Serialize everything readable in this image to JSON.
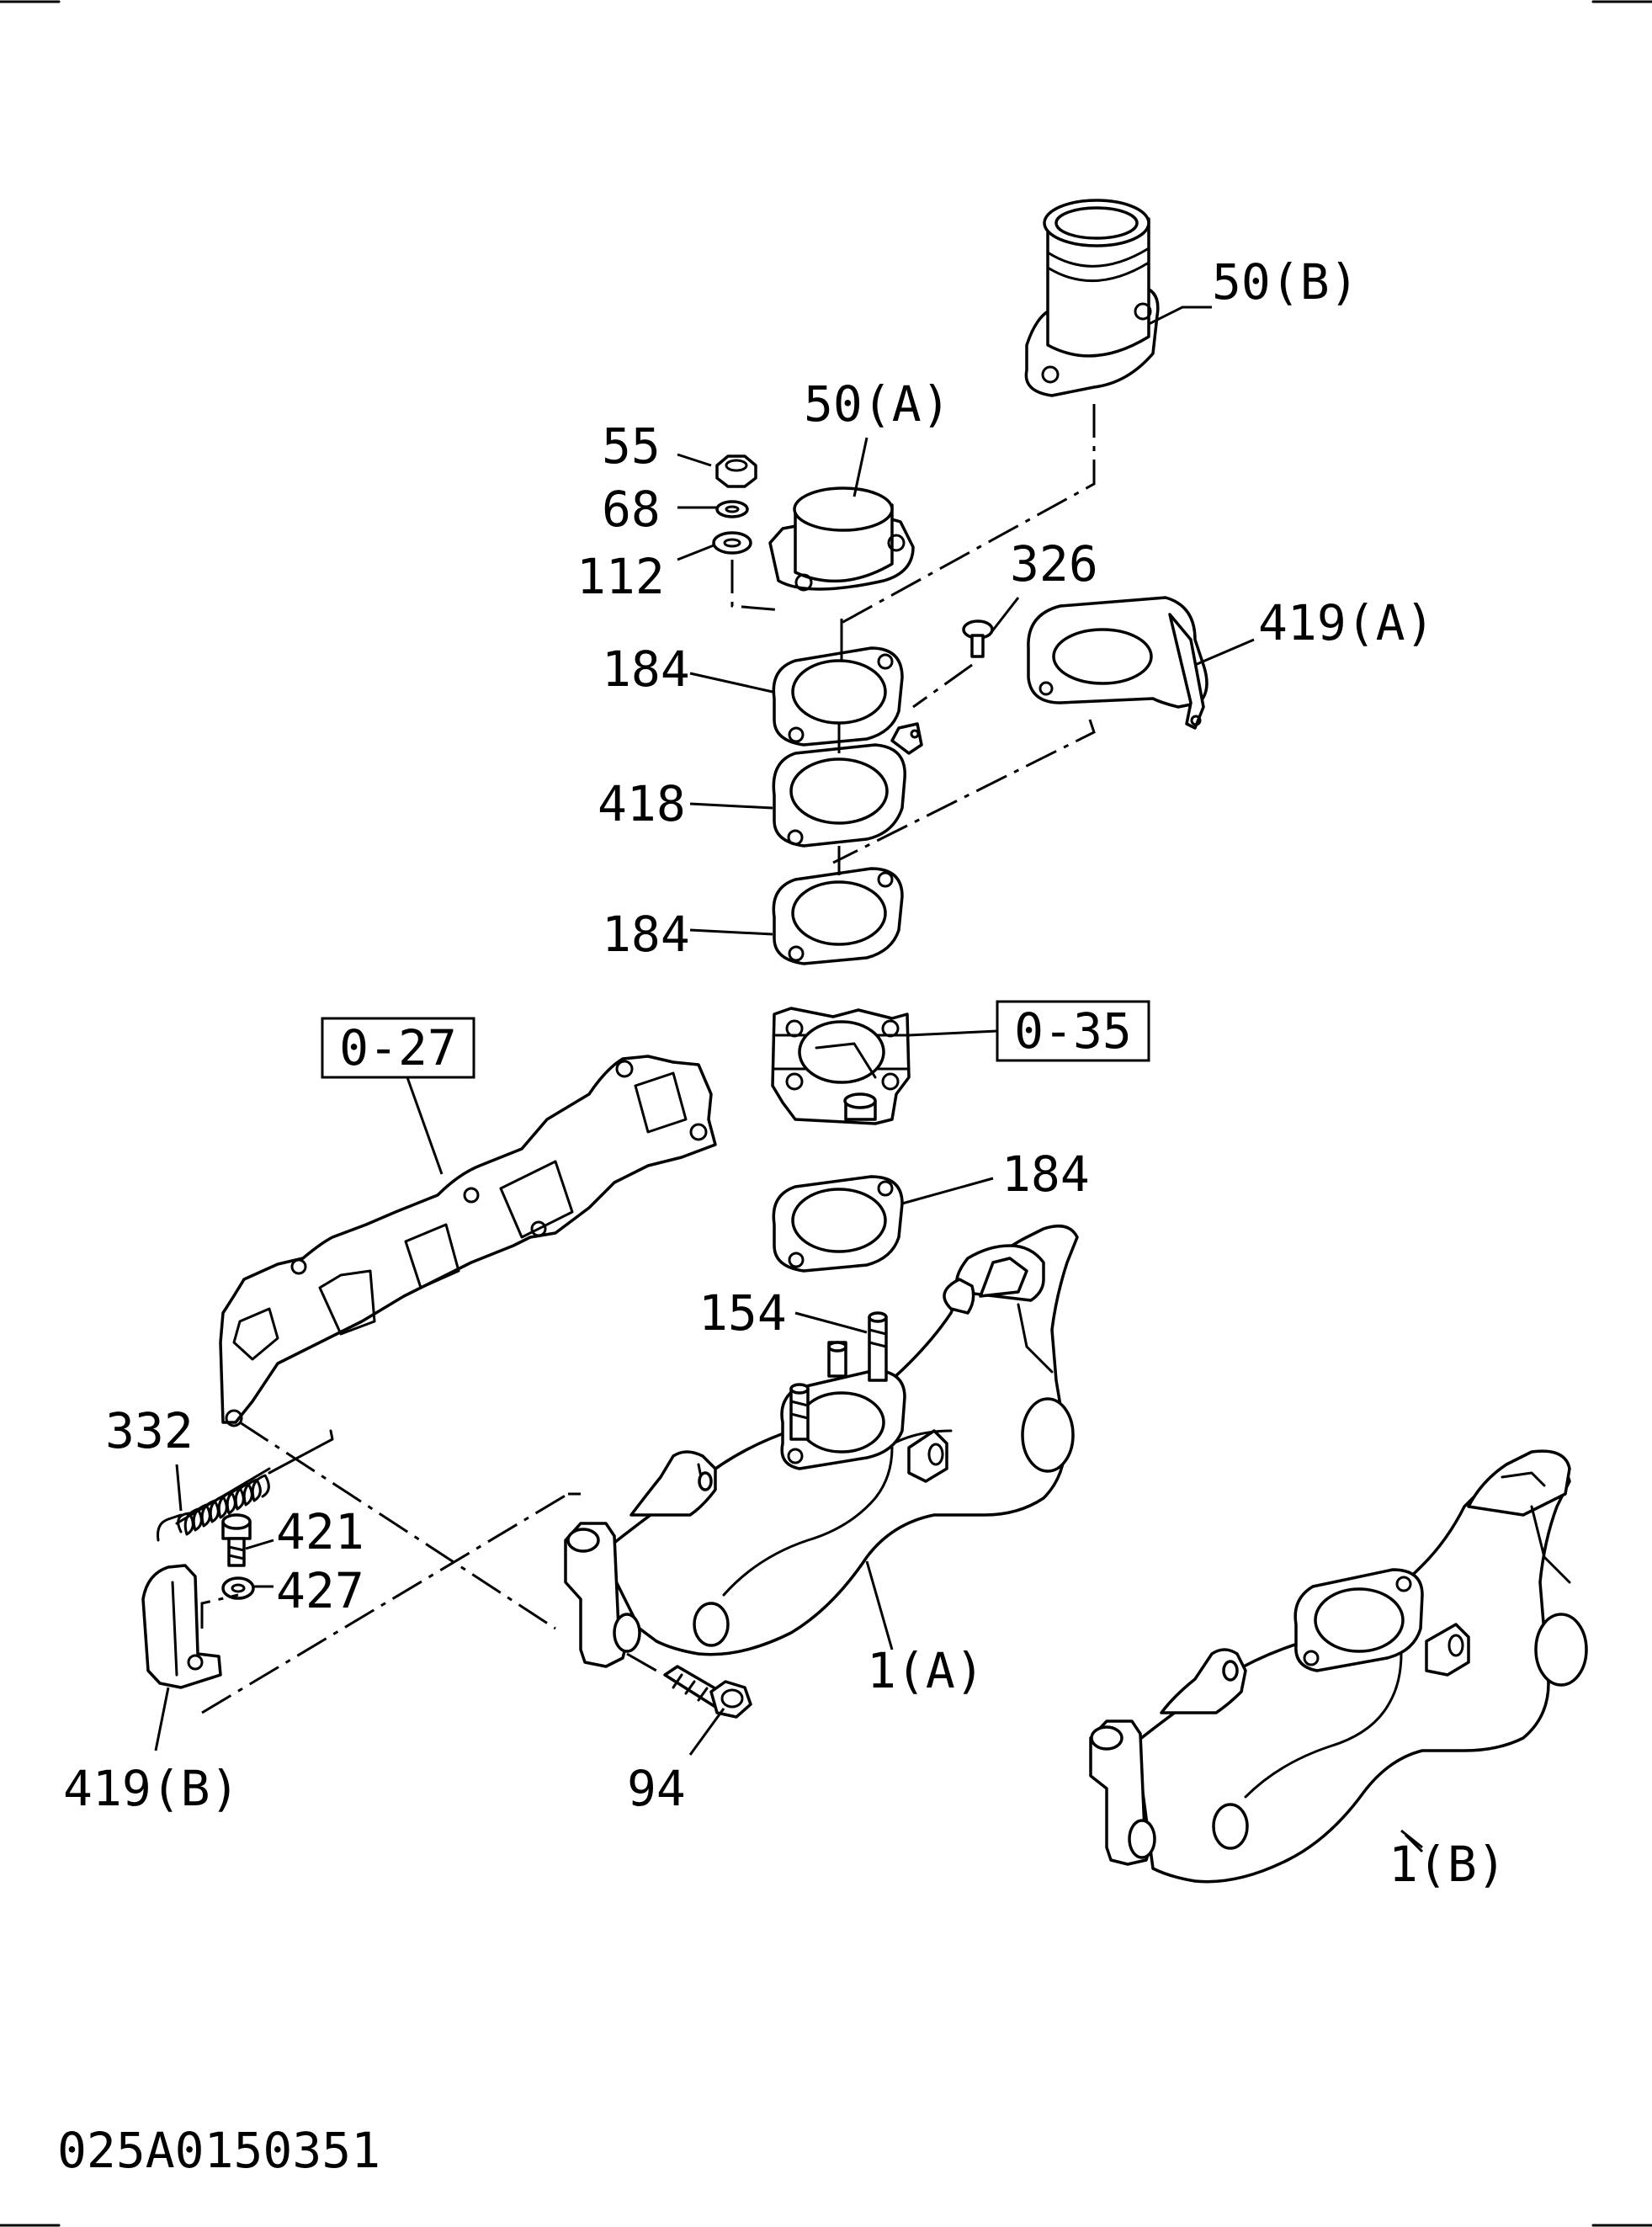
{
  "drawing_code": "025A0150351",
  "labels": {
    "p50B": "50(B)",
    "p50A": "50(A)",
    "p55": "55",
    "p68": "68",
    "p112": "112",
    "p326": "326",
    "p419A": "419(A)",
    "p184a": "184",
    "p418": "418",
    "p184b": "184",
    "p184c": "184",
    "p154": "154",
    "p332": "332",
    "p421": "421",
    "p427": "427",
    "p419B": "419(B)",
    "p94": "94",
    "p1A": "1(A)",
    "p1B": "1(B)"
  },
  "refs": {
    "ref027": "0-27",
    "ref035": "0-35"
  }
}
